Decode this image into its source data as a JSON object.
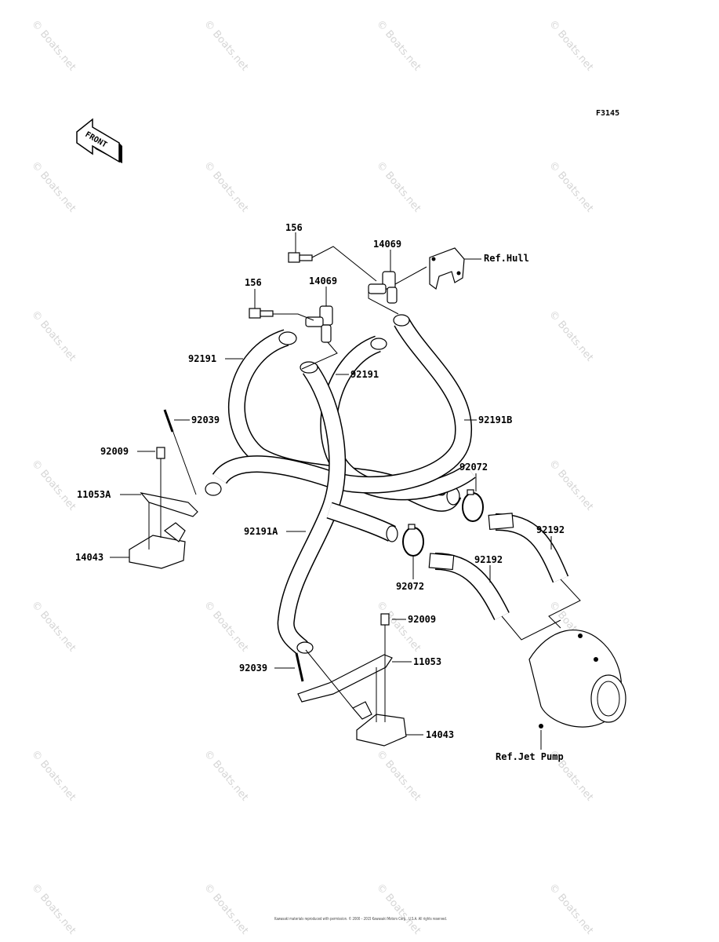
{
  "figure_code": "F3145",
  "front_arrow_text": "FRONT",
  "watermark": "© Boats.net",
  "copyright": "Kawasaki materials reproduced with permission. © 2000 – 2015 Kawasaki Motors Corp., U.S.A. All rights reserved.",
  "labels": {
    "p156_top": "156",
    "p14069_top": "14069",
    "ref_hull": "Ref.Hull",
    "p156_mid": "156",
    "p14069_mid": "14069",
    "p92191_left": "92191",
    "p92191_mid": "92191",
    "p92191b": "92191B",
    "p92039_top": "92039",
    "p92009_left": "92009",
    "p11053a": "11053A",
    "p92072_right": "92072",
    "p92191a": "92191A",
    "p92192_right": "92192",
    "p14043_left": "14043",
    "p92192_mid": "92192",
    "p92072_mid": "92072",
    "p92009_bottom": "92009",
    "p11053": "11053",
    "p92039_bottom": "92039",
    "p14043_bottom": "14043",
    "ref_jet_pump": "Ref.Jet Pump"
  }
}
